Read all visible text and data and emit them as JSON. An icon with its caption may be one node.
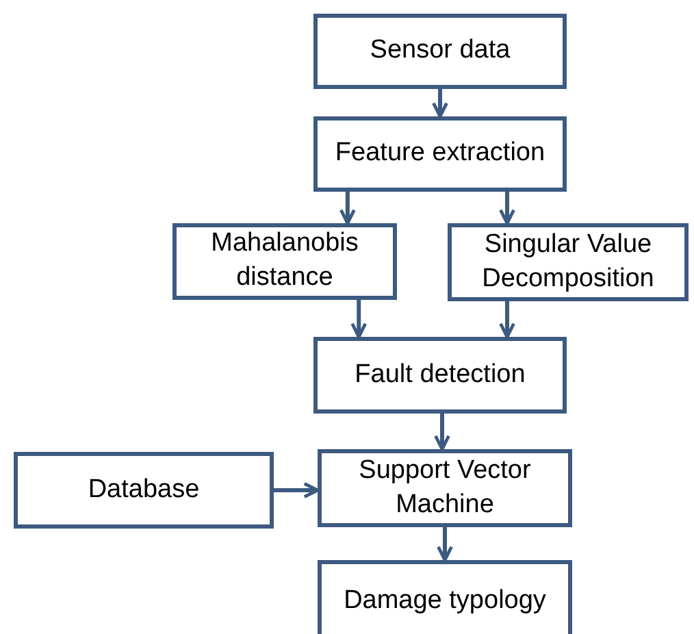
{
  "diagram": {
    "nodes": [
      {
        "text": [
          "Sensor data"
        ]
      },
      {
        "text": [
          "Feature extraction"
        ]
      },
      {
        "text": [
          "Mahalanobis distance"
        ]
      },
      {
        "text": [
          "Singular Value Decomposition"
        ]
      },
      {
        "text": [
          "Fault detection"
        ]
      },
      {
        "text": [
          "Database"
        ]
      },
      {
        "text": [
          "Support Vector Machine"
        ]
      },
      {
        "text": [
          "Damage typology"
        ]
      }
    ],
    "edges": [
      {
        "from": 0,
        "to": 1,
        "arrow": "to"
      },
      {
        "from": 1,
        "to": 2,
        "arrow": "to"
      },
      {
        "from": 1,
        "to": 3,
        "arrow": "to"
      },
      {
        "from": 2,
        "to": 4,
        "arrow": "to"
      },
      {
        "from": 3,
        "to": 4,
        "arrow": "to"
      },
      {
        "from": 4,
        "to": 6,
        "arrow": "to"
      },
      {
        "from": 5,
        "to": 6,
        "arrow": "to"
      },
      {
        "from": 6,
        "to": 7,
        "arrow": "to"
      }
    ]
  }
}
